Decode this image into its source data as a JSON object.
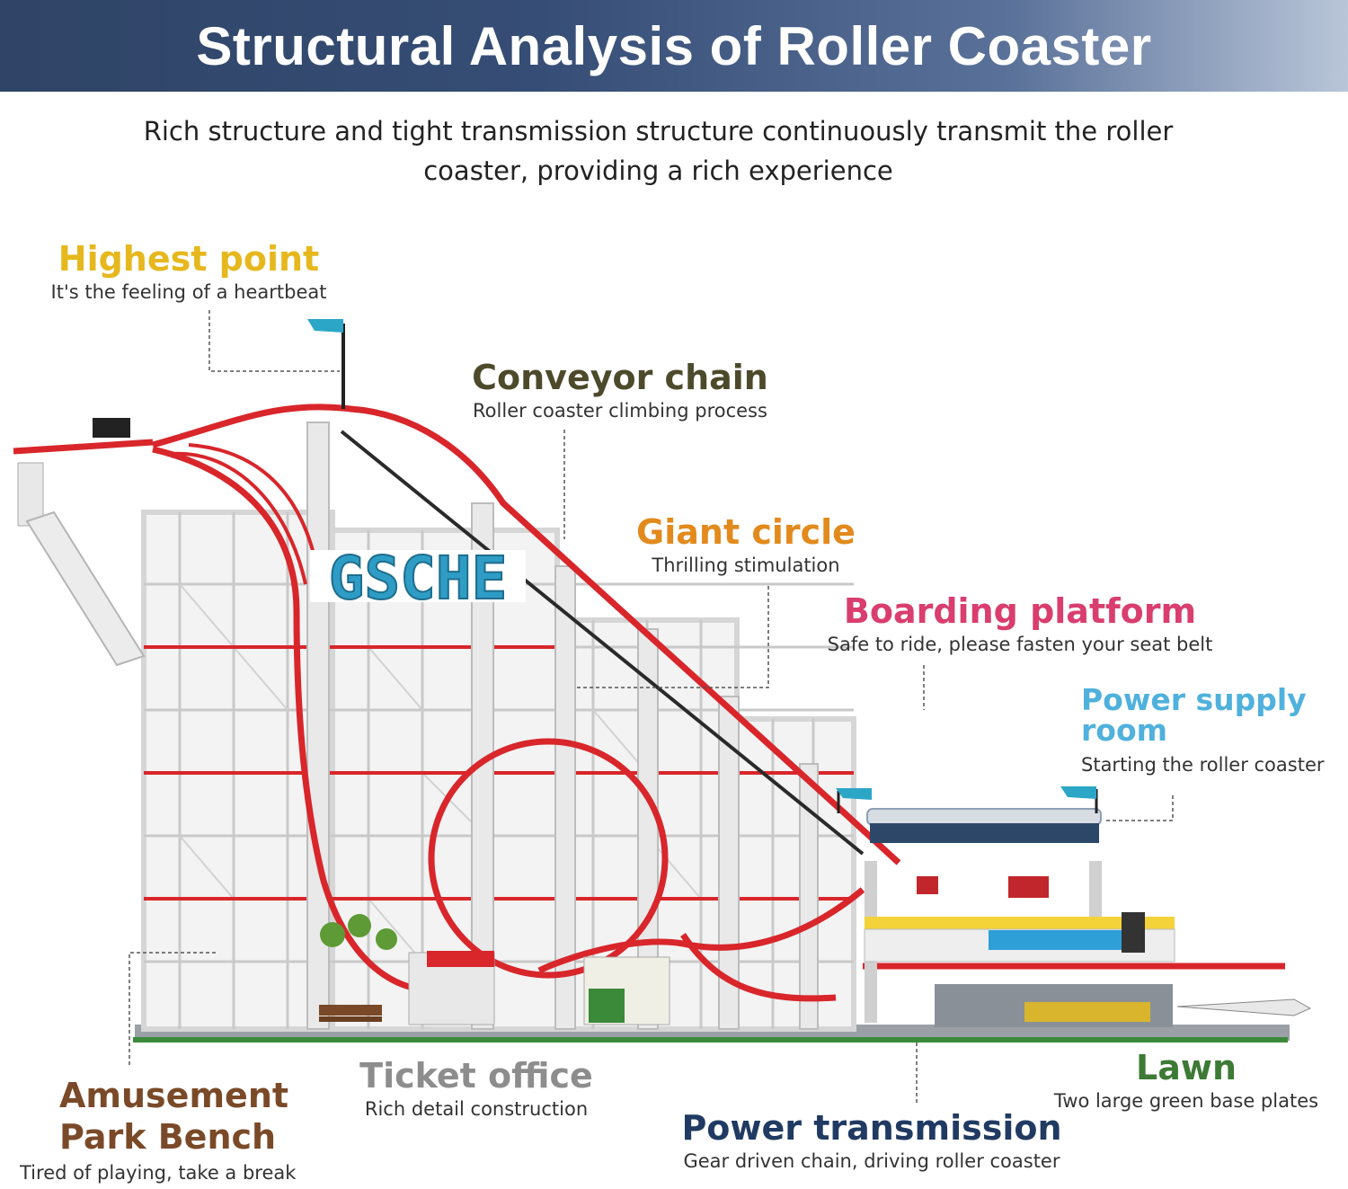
{
  "title": "Structural Analysis of Roller Coaster",
  "subtitle": "Rich structure and tight transmission structure continuously transmit the roller coaster, providing a rich experience",
  "sign_text": "GSCHE",
  "colors": {
    "banner_start": "#2f4466",
    "banner_end": "#b9c6d9",
    "track_red": "#d8262b",
    "frame_white": "#f2f2f2",
    "lawn_green": "#3b8a3a"
  },
  "labels": {
    "highest_point": {
      "title": "Highest point",
      "desc": "It's the feeling of a heartbeat",
      "color": "#e6b81e"
    },
    "conveyor_chain": {
      "title": "Conveyor chain",
      "desc": "Roller coaster climbing process",
      "color": "#4c4a2a"
    },
    "giant_circle": {
      "title": "Giant circle",
      "desc": "Thrilling stimulation",
      "color": "#e28a1c"
    },
    "boarding_platform": {
      "title": "Boarding platform",
      "desc": "Safe to ride, please fasten your seat belt",
      "color": "#d93e6e"
    },
    "power_supply_room": {
      "title1": "Power supply",
      "title2": "room",
      "desc": "Starting the roller coaster",
      "color": "#4fb1dc"
    },
    "amusement_park_bench": {
      "title1": "Amusement",
      "title2": "Park Bench",
      "desc": "Tired of playing, take a break",
      "color": "#7a4a28"
    },
    "ticket_office": {
      "title": "Ticket office",
      "desc": "Rich detail construction",
      "color": "#8d8d8d"
    },
    "power_transmission": {
      "title": "Power transmission",
      "desc": "Gear driven chain, driving roller coaster",
      "color": "#203a62"
    },
    "lawn": {
      "title": "Lawn",
      "desc": "Two large green base plates",
      "color": "#3d7a35"
    }
  }
}
